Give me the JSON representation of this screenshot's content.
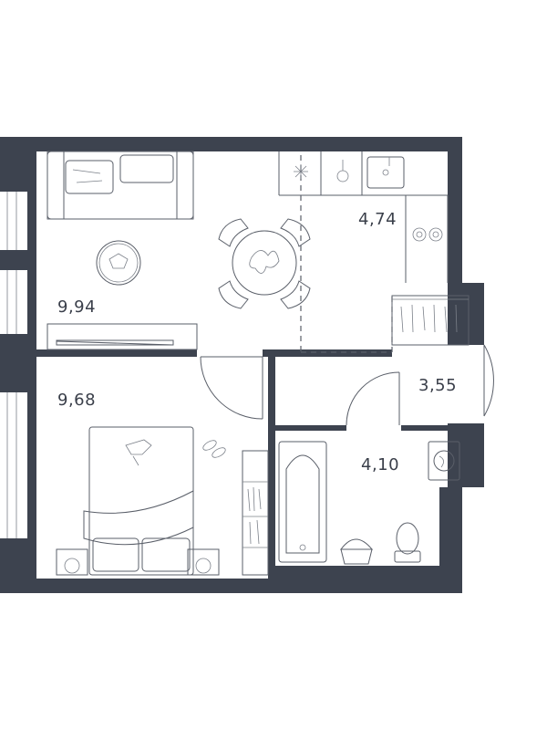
{
  "rooms": [
    {
      "id": "living",
      "area": "9,94"
    },
    {
      "id": "kitchen",
      "area": "4,74"
    },
    {
      "id": "bedroom",
      "area": "9,68"
    },
    {
      "id": "hall",
      "area": "3,55"
    },
    {
      "id": "bathroom",
      "area": "4,10"
    }
  ],
  "colors": {
    "wall": "#3d434f",
    "line": "#5a5f69",
    "background": "#ffffff"
  }
}
